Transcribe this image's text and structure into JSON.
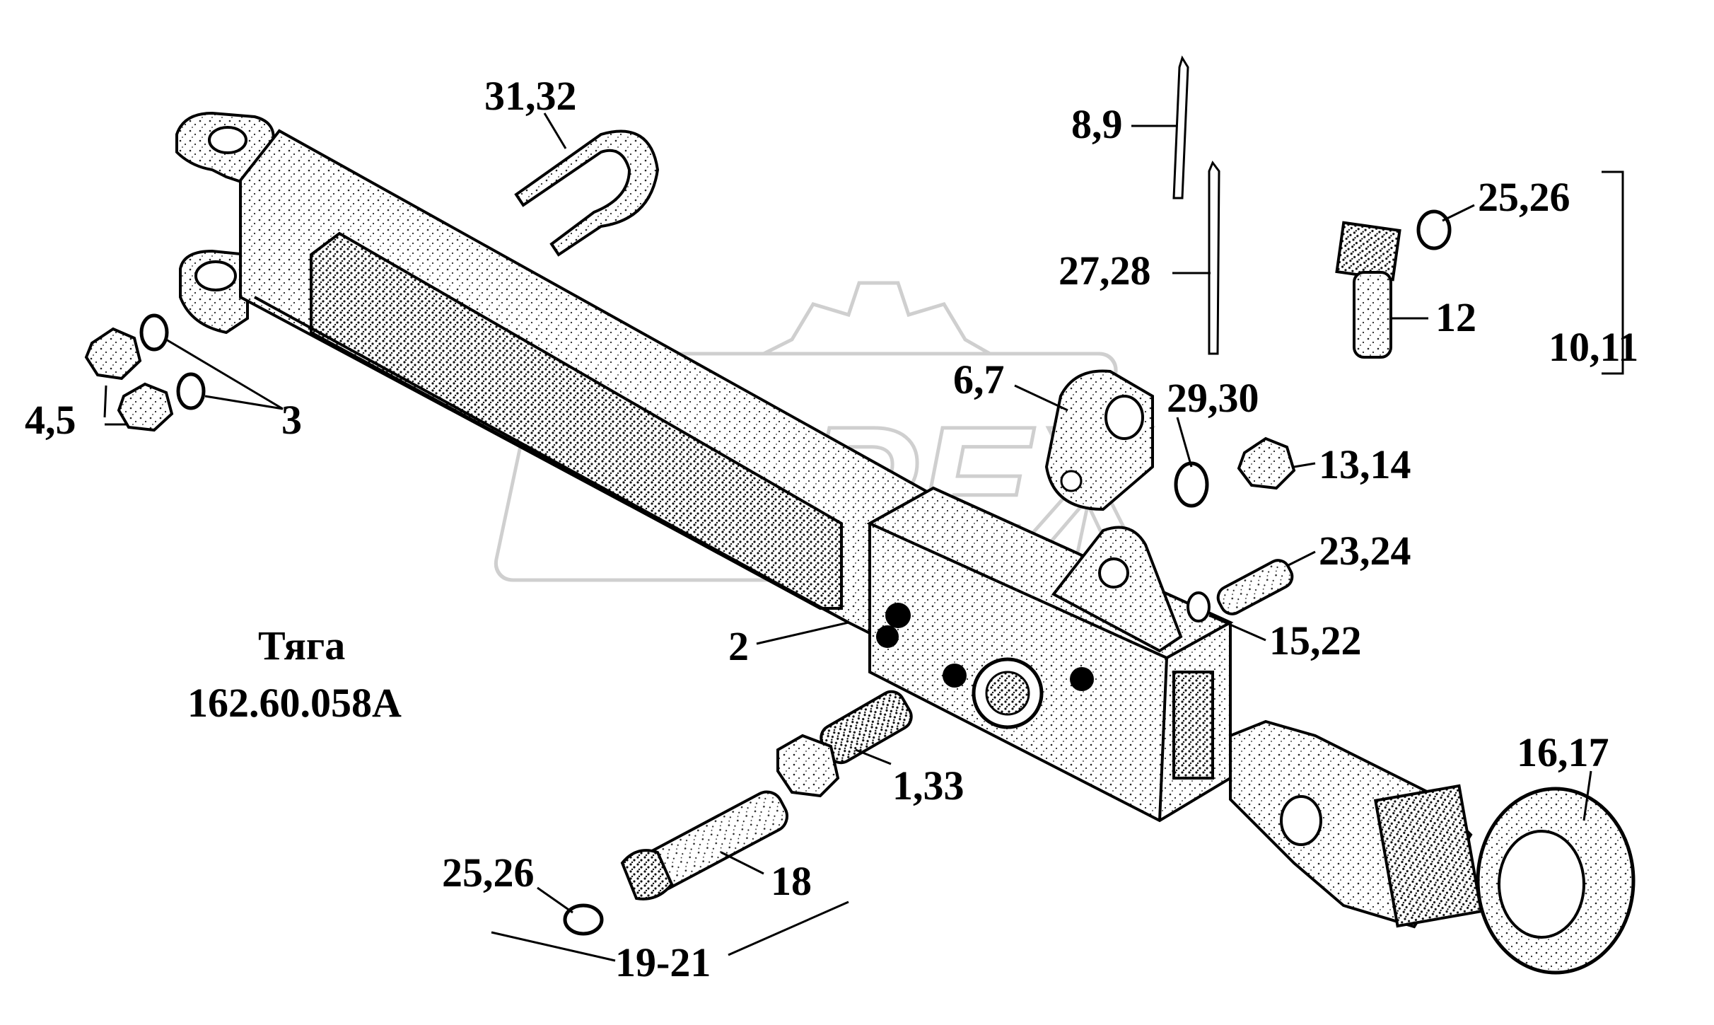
{
  "title": {
    "line1": "Тяга",
    "line2": "162.60.058А"
  },
  "watermark": {
    "text": "OPEX",
    "color": "#cfcfcf"
  },
  "callouts": [
    {
      "id": "c-31-32",
      "text": "31,32"
    },
    {
      "id": "c-8-9",
      "text": "8,9"
    },
    {
      "id": "c-27-28",
      "text": "27,28"
    },
    {
      "id": "c-25-26-top",
      "text": "25,26"
    },
    {
      "id": "c-12",
      "text": "12"
    },
    {
      "id": "c-10-11",
      "text": "10,11"
    },
    {
      "id": "c-6-7",
      "text": "6,7"
    },
    {
      "id": "c-29-30",
      "text": "29,30"
    },
    {
      "id": "c-13-14",
      "text": "13,14"
    },
    {
      "id": "c-23-24",
      "text": "23,24"
    },
    {
      "id": "c-15-22",
      "text": "15,22"
    },
    {
      "id": "c-4-5",
      "text": "4,5"
    },
    {
      "id": "c-3",
      "text": "3"
    },
    {
      "id": "c-2",
      "text": "2"
    },
    {
      "id": "c-1-33",
      "text": "1,33"
    },
    {
      "id": "c-18",
      "text": "18"
    },
    {
      "id": "c-25-26-bottom",
      "text": "25,26"
    },
    {
      "id": "c-19-21",
      "text": "19-21"
    },
    {
      "id": "c-16-17",
      "text": "16,17"
    }
  ]
}
